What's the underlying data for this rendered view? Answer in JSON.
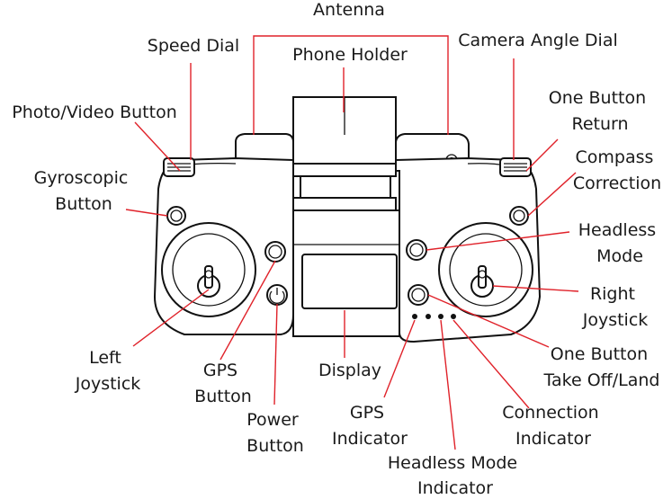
{
  "colors": {
    "leader": "#e0222a",
    "outline": "#111111",
    "text": "#1a1a1a"
  },
  "labels": {
    "antenna": "Antenna",
    "speed_dial": "Speed Dial",
    "phone_holder": "Phone Holder",
    "camera_angle_dial": "Camera Angle Dial",
    "photo_video_button": "Photo/Video Button",
    "one_button_return": [
      "One Button",
      "Return"
    ],
    "gyroscopic_button": [
      "Gyroscopic",
      "Button"
    ],
    "compass_correction": [
      "Compass",
      "Correction"
    ],
    "headless_mode": [
      "Headless",
      "Mode"
    ],
    "right_joystick": [
      "Right",
      "Joystick"
    ],
    "left_joystick": [
      "Left",
      "Joystick"
    ],
    "gps_button": [
      "GPS",
      "Button"
    ],
    "display": "Display",
    "power_button": [
      "Power",
      "Button"
    ],
    "one_button_takeoff_land": [
      "One Button",
      "Take Off/Land"
    ],
    "gps_indicator": [
      "GPS",
      "Indicator"
    ],
    "connection_indicator": [
      "Connection",
      "Indicator"
    ],
    "headless_mode_indicator": [
      "Headless Mode",
      "Indicator"
    ]
  }
}
